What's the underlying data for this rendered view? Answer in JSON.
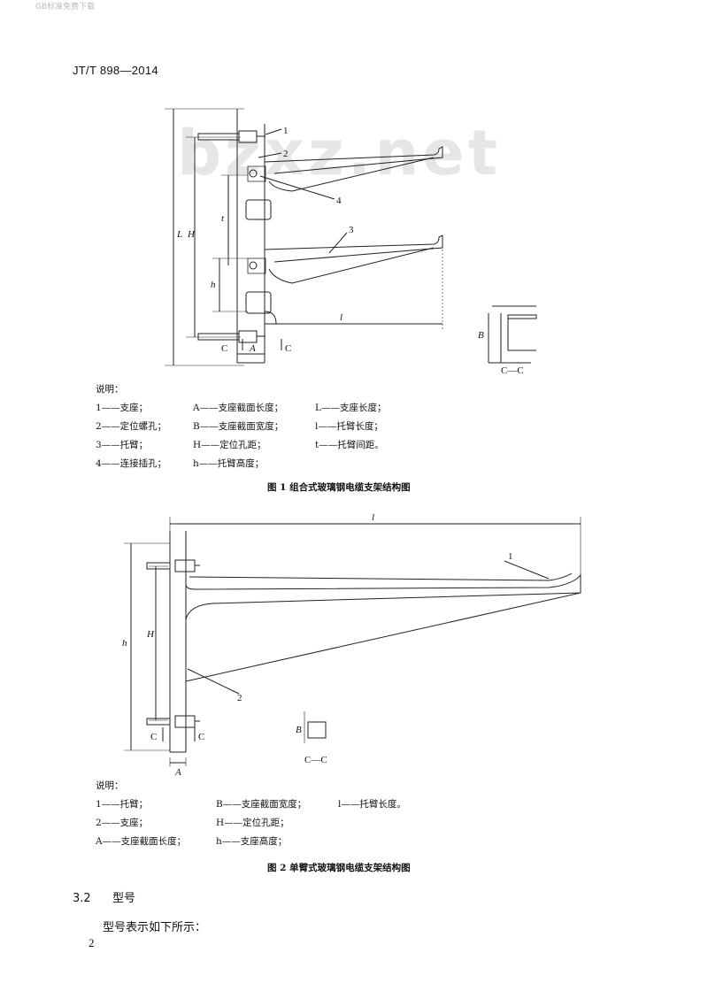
{
  "top_mark": "GB标准免费下载",
  "header": "JT/T 898—2014",
  "watermark": "bzxz.net",
  "fig1": {
    "labels": {
      "n1": "1",
      "n2": "2",
      "n3": "3",
      "n4": "4",
      "L": "L",
      "H": "H",
      "t": "t",
      "h": "h",
      "l": "l",
      "A": "A",
      "B": "B",
      "C": "C",
      "CC": "C—C"
    },
    "legend_title": "说明：",
    "legend": [
      [
        "1——支座；",
        "A——支座截面长度；",
        "L——支座长度；"
      ],
      [
        "2——定位螺孔；",
        "B——支座截面宽度；",
        "l——托臂长度；"
      ],
      [
        "3——托臂；",
        "H——定位孔距；",
        "t——托臂间距。"
      ],
      [
        "4——连接插孔；",
        "h——托臂高度；",
        ""
      ]
    ],
    "caption": "图 1   组合式玻璃钢电缆支架结构图"
  },
  "fig2": {
    "labels": {
      "n1": "1",
      "n2": "2",
      "l": "l",
      "h": "h",
      "H": "H",
      "A": "A",
      "B": "B",
      "C": "C",
      "CC": "C—C"
    },
    "legend_title": "说明：",
    "legend": [
      [
        "1——托臂；",
        "B——支座截面宽度；",
        "l——托臂长度。"
      ],
      [
        "2——支座；",
        "H——定位孔距；",
        ""
      ],
      [
        "A——支座截面长度；",
        "h——支座高度；",
        ""
      ]
    ],
    "caption": "图 2   单臂式玻璃钢电缆支架结构图"
  },
  "section": {
    "number": "3.2",
    "title": "型号"
  },
  "paragraph": "型号表示如下所示：",
  "page_number": "2"
}
